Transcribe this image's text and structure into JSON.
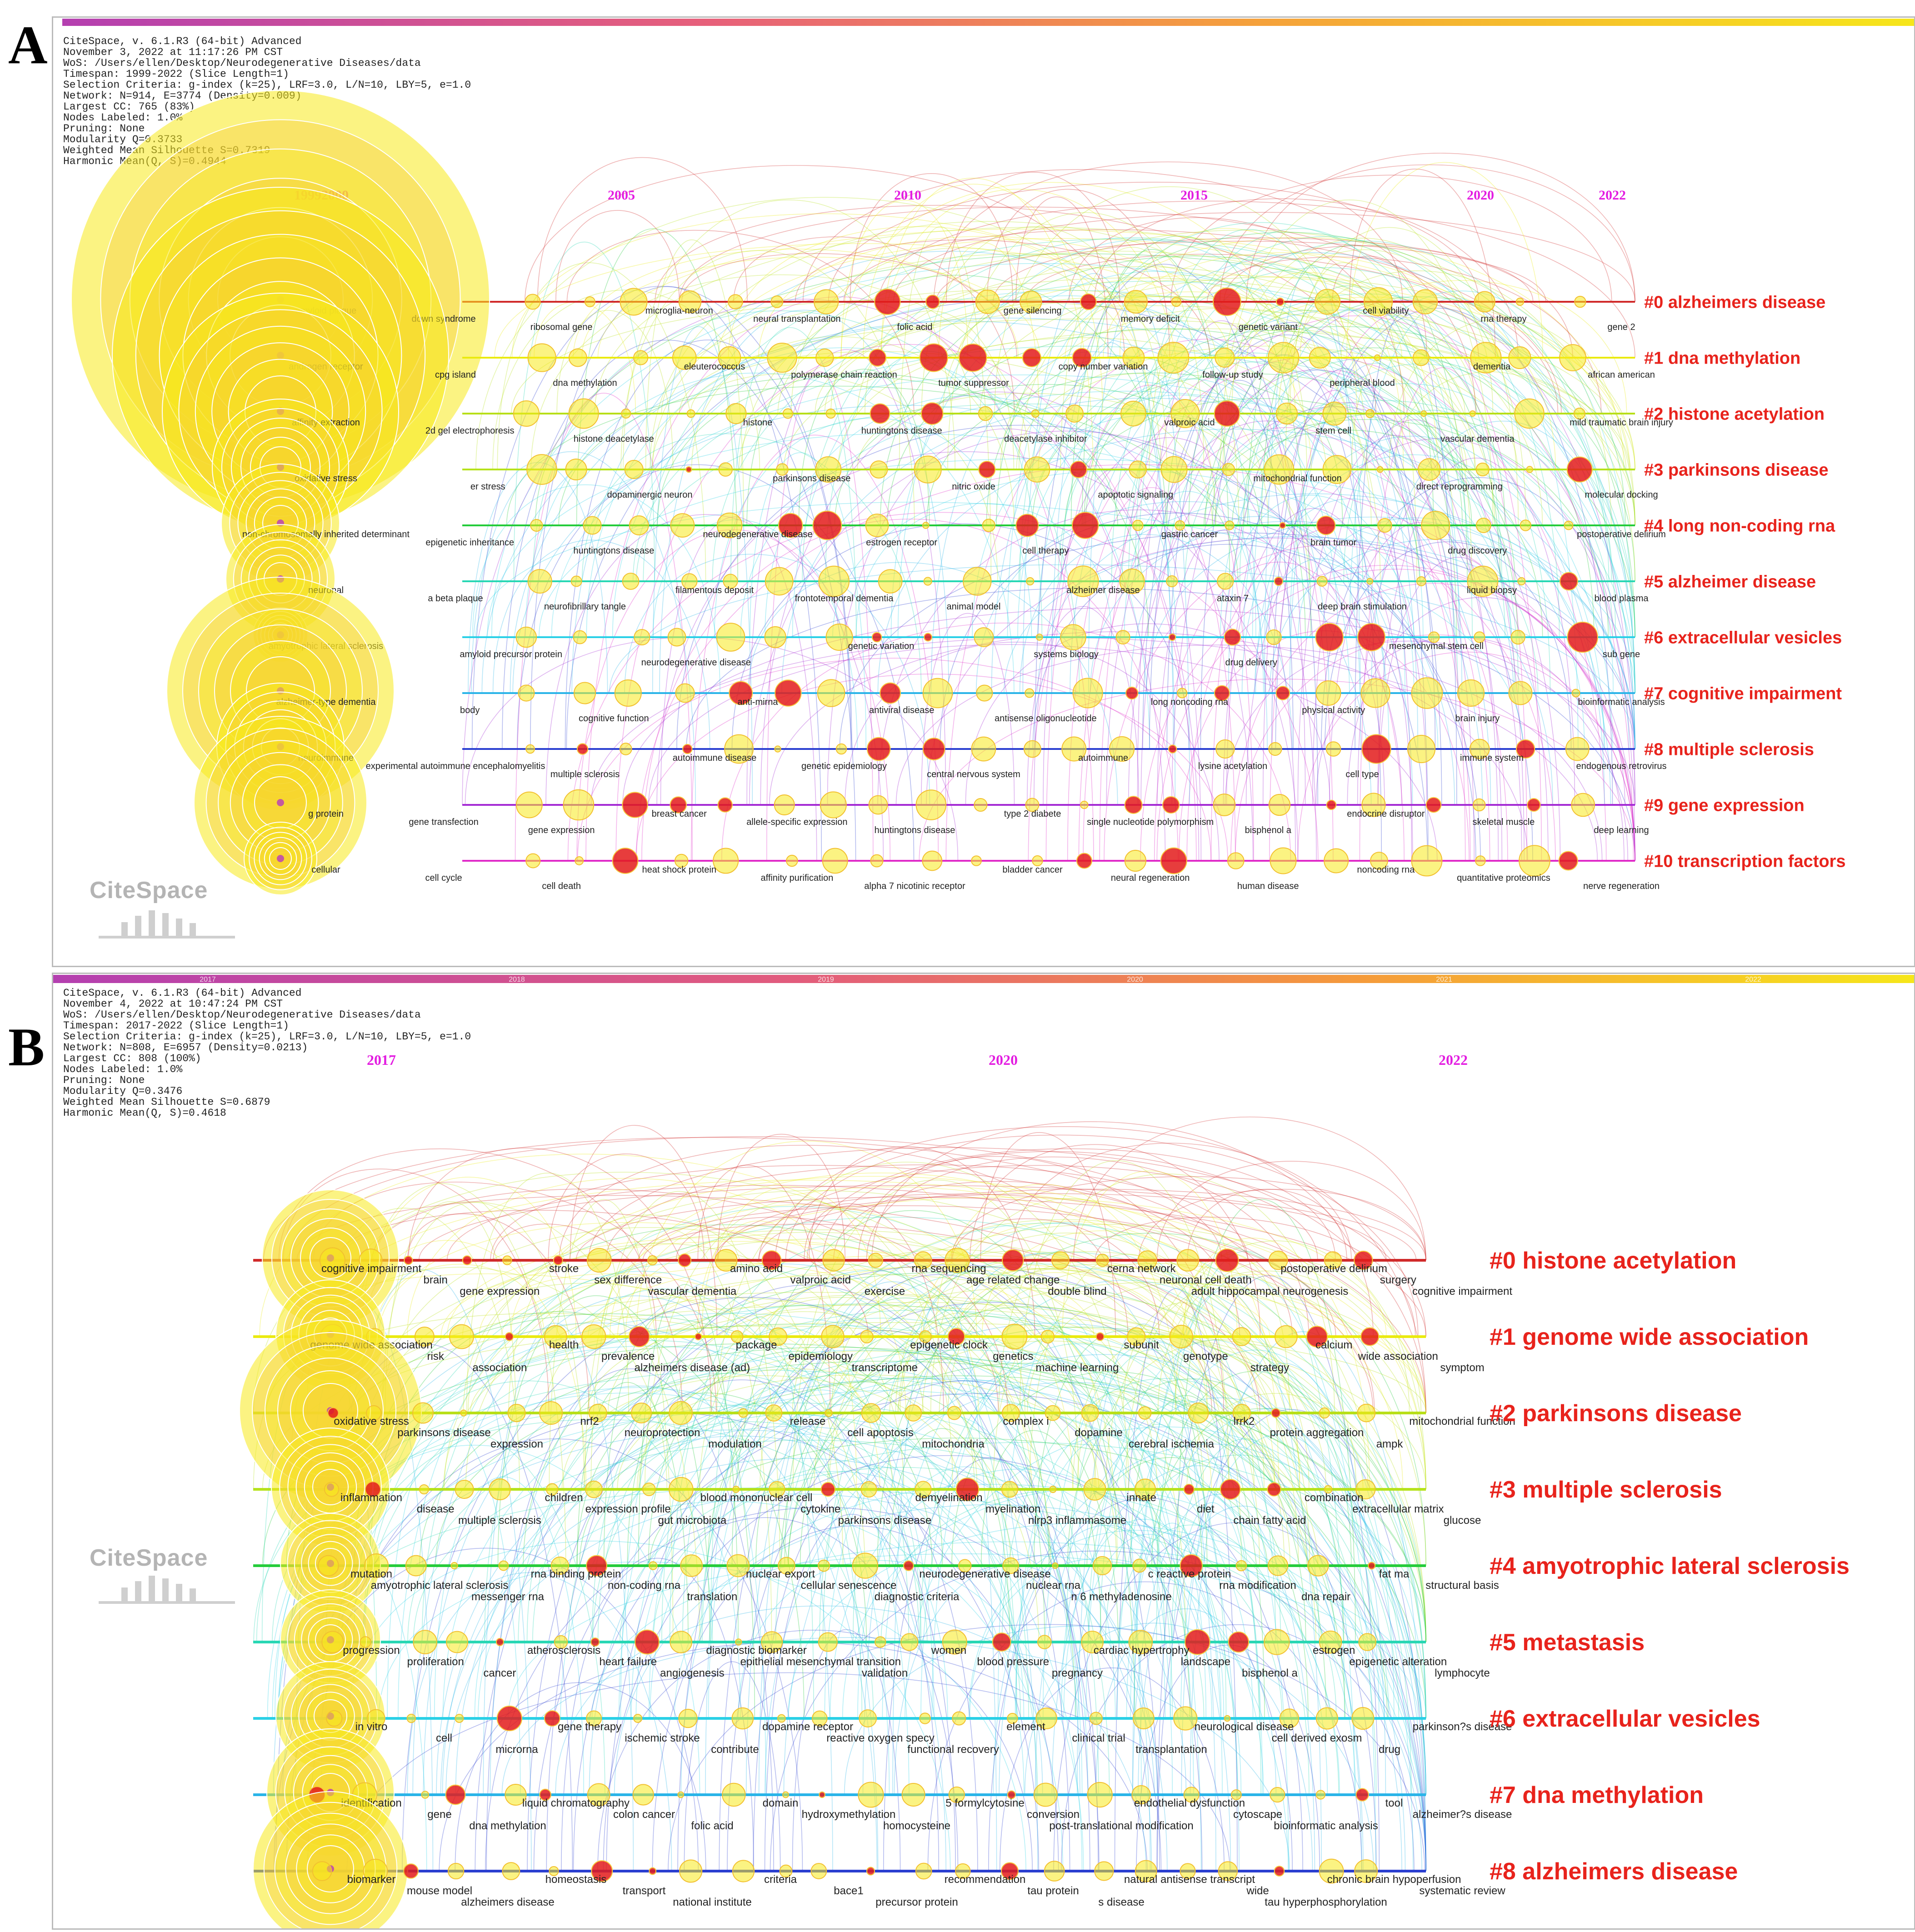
{
  "colors": {
    "cluster_label": "#e8231c",
    "year_label": "#e31ce1",
    "node_yellow": "#f7ea1c",
    "node_red": "#e31b1b",
    "lines": [
      "#d02a2a",
      "#eaea10",
      "#b8df18",
      "#b6e21c",
      "#25cc3b",
      "#29d7b4",
      "#2ad0e6",
      "#2ab4e8",
      "#2b3fd0",
      "#a42ad4",
      "#e02ac8"
    ]
  },
  "panel_a": {
    "letter": "A",
    "meta": [
      "CiteSpace, v. 6.1.R3 (64-bit) Advanced",
      "November 3, 2022 at 11:17:26 PM CST",
      "WoS: /Users/ellen/Desktop/Neurodegenerative Diseases/data",
      "Timespan: 1999-2022 (Slice Length=1)",
      "Selection Criteria: g-index (k=25), LRF=3.0, L/N=10, LBY=5, e=1.0",
      "Network: N=914, E=3774 (Density=0.009)",
      "Largest CC: 765 (83%)",
      "Nodes Labeled: 1.0%",
      "Pruning: None",
      "Modularity Q=0.3733",
      "Weighted Mean Silhouette S=0.7319",
      "Harmonic Mean(Q, S)=0.4944"
    ],
    "years": [
      "1999",
      "2000",
      "2005",
      "2010",
      "2015",
      "2020",
      "2022"
    ],
    "clusters": [
      {
        "label": "#0 alzheimers disease",
        "terms": [
          "amyloid plaque",
          "down syndrome",
          "ribosomal gene",
          "microglia-neuron",
          "neural transplantation",
          "folic acid",
          "gene silencing",
          "memory deficit",
          "genetic variant",
          "cell viability",
          "rna therapy",
          "gene 2"
        ]
      },
      {
        "label": "#1 dna methylation",
        "terms": [
          "androgen receptor",
          "cpg island",
          "dna methylation",
          "eleuterococcus",
          "polymerase chain reaction",
          "tumor suppressor",
          "copy number variation",
          "follow-up study",
          "peripheral blood",
          "dementia",
          "african american"
        ]
      },
      {
        "label": "#2 histone acetylation",
        "terms": [
          "affinity extraction",
          "2d gel electrophoresis",
          "histone deacetylase",
          "histone",
          "huntingtons disease",
          "deacetylase inhibitor",
          "valproic acid",
          "stem cell",
          "vascular dementia",
          "mild traumatic brain injury"
        ]
      },
      {
        "label": "#3 parkinsons disease",
        "terms": [
          "oxidative stress",
          "er stress",
          "dopaminergic neuron",
          "parkinsons disease",
          "nitric oxide",
          "apoptotic signaling",
          "mitochondrial function",
          "direct reprogramming",
          "molecular docking"
        ]
      },
      {
        "label": "#4 long non-coding rna",
        "terms": [
          "non-chromosomally inherited determinant",
          "epigenetic inheritance",
          "huntingtons disease",
          "neurodegenerative disease",
          "estrogen receptor",
          "cell therapy",
          "gastric cancer",
          "brain tumor",
          "drug discovery",
          "postoperative delirium"
        ]
      },
      {
        "label": "#5 alzheimer disease",
        "terms": [
          "neuronal",
          "a beta plaque",
          "neurofibrillary tangle",
          "filamentous deposit",
          "frontotemporal dementia",
          "animal model",
          "alzheimer disease",
          "ataxin 7",
          "deep brain stimulation",
          "liquid biopsy",
          "blood plasma"
        ]
      },
      {
        "label": "#6 extracellular vesicles",
        "terms": [
          "amyotrophic lateral sclerosis",
          "amyloid precursor protein",
          "neurodegenerative disease",
          "genetic variation",
          "systems biology",
          "drug delivery",
          "mesenchymal stem cell",
          "sub gene"
        ]
      },
      {
        "label": "#7 cognitive impairment",
        "terms": [
          "alzheimer-type dementia",
          "body",
          "cognitive function",
          "anti-mirna",
          "antiviral disease",
          "antisense oligonucleotide",
          "long noncoding rna",
          "physical activity",
          "brain injury",
          "bioinformatic analysis"
        ]
      },
      {
        "label": "#8 multiple sclerosis",
        "terms": [
          "neuroimmune",
          "experimental autoimmune encephalomyelitis",
          "multiple sclerosis",
          "autoimmune disease",
          "genetic epidemiology",
          "central nervous system",
          "autoimmune",
          "lysine acetylation",
          "cell type",
          "immune system",
          "endogenous retrovirus"
        ]
      },
      {
        "label": "#9 gene expression",
        "terms": [
          "g protein",
          "gene transfection",
          "gene expression",
          "breast cancer",
          "allele-specific expression",
          "huntingtons disease",
          "type 2 diabete",
          "single nucleotide polymorphism",
          "bisphenol a",
          "endocrine disruptor",
          "skeletal muscle",
          "deep learning"
        ]
      },
      {
        "label": "#10 transcription factors",
        "terms": [
          "cellular",
          "cell cycle",
          "cell death",
          "heat shock protein",
          "affinity purification",
          "alpha 7 nicotinic receptor",
          "bladder cancer",
          "neural regeneration",
          "human disease",
          "noncoding rna",
          "quantitative proteomics",
          "nerve regeneration"
        ]
      }
    ]
  },
  "panel_b": {
    "letter": "B",
    "meta": [
      "CiteSpace, v. 6.1.R3 (64-bit) Advanced",
      "November 4, 2022 at 10:47:24 PM CST",
      "WoS: /Users/ellen/Desktop/Neurodegenerative Diseases/data",
      "Timespan: 2017-2022 (Slice Length=1)",
      "Selection Criteria: g-index (k=25), LRF=3.0, L/N=10, LBY=5, e=1.0",
      "Network: N=808, E=6957 (Density=0.0213)",
      "Largest CC: 808 (100%)",
      "Nodes Labeled: 1.0%",
      "Pruning: None",
      "Modularity Q=0.3476",
      "Weighted Mean Silhouette S=0.6879",
      "Harmonic Mean(Q, S)=0.4618"
    ],
    "bar_years": [
      "2017",
      "2018",
      "2019",
      "2020",
      "2021",
      "2022"
    ],
    "years": [
      "2017",
      "2020",
      "2022"
    ],
    "clusters": [
      {
        "label": "#0 histone acetylation",
        "terms": [
          "cognitive impairment",
          "brain",
          "gene expression",
          "stroke",
          "sex difference",
          "vascular dementia",
          "amino acid",
          "valproic acid",
          "exercise",
          "rna sequencing",
          "age related change",
          "double blind",
          "cerna network",
          "neuronal cell death",
          "adult hippocampal neurogenesis",
          "postoperative delirium",
          "surgery",
          "cognitive impairment"
        ]
      },
      {
        "label": "#1 genome wide association",
        "terms": [
          "genome wide association",
          "risk",
          "association",
          "health",
          "prevalence",
          "alzheimers disease (ad)",
          "package",
          "epidemiology",
          "transcriptome",
          "epigenetic clock",
          "genetics",
          "machine learning",
          "subunit",
          "genotype",
          "strategy",
          "calcium",
          "wide association",
          "symptom"
        ]
      },
      {
        "label": "#2 parkinsons disease",
        "terms": [
          "oxidative stress",
          "parkinsons disease",
          "expression",
          "nrf2",
          "neuroprotection",
          "modulation",
          "release",
          "cell apoptosis",
          "mitochondria",
          "complex i",
          "dopamine",
          "cerebral ischemia",
          "lrrk2",
          "protein aggregation",
          "ampk",
          "mitochondrial function"
        ]
      },
      {
        "label": "#3 multiple sclerosis",
        "terms": [
          "inflammation",
          "disease",
          "multiple sclerosis",
          "children",
          "expression profile",
          "gut microbiota",
          "blood mononuclear cell",
          "cytokine",
          "parkinsons disease",
          "demyelination",
          "myelination",
          "nlrp3 inflammasome",
          "innate",
          "diet",
          "chain fatty acid",
          "combination",
          "extracellular matrix",
          "glucose"
        ]
      },
      {
        "label": "#4 amyotrophic lateral sclerosis",
        "terms": [
          "mutation",
          "amyotrophic lateral sclerosis",
          "messenger rna",
          "rna binding protein",
          "non-coding rna",
          "translation",
          "nuclear export",
          "cellular senescence",
          "diagnostic criteria",
          "neurodegenerative disease",
          "nuclear rna",
          "n 6 methyladenosine",
          "c reactive protein",
          "rna modification",
          "dna repair",
          "fat ma",
          "structural basis"
        ]
      },
      {
        "label": "#5 metastasis",
        "terms": [
          "progression",
          "proliferation",
          "cancer",
          "atherosclerosis",
          "heart failure",
          "angiogenesis",
          "diagnostic biomarker",
          "epithelial mesenchymal transition",
          "validation",
          "women",
          "blood pressure",
          "pregnancy",
          "cardiac hypertrophy",
          "landscape",
          "bisphenol a",
          "estrogen",
          "epigenetic alteration",
          "lymphocyte"
        ]
      },
      {
        "label": "#6 extracellular vesicles",
        "terms": [
          "in vitro",
          "cell",
          "microrna",
          "gene therapy",
          "ischemic stroke",
          "contribute",
          "dopamine receptor",
          "reactive oxygen specy",
          "functional recovery",
          "element",
          "clinical trial",
          "transplantation",
          "neurological disease",
          "cell derived exosm",
          "drug",
          "parkinson?s disease"
        ]
      },
      {
        "label": "#7 dna methylation",
        "terms": [
          "identification",
          "gene",
          "dna methylation",
          "liquid chromatography",
          "colon cancer",
          "folic acid",
          "domain",
          "hydroxymethylation",
          "homocysteine",
          "5 formylcytosine",
          "conversion",
          "post-translational modification",
          "endothelial dysfunction",
          "cytoscape",
          "bioinformatic analysis",
          "tool",
          "alzheimer?s disease"
        ]
      },
      {
        "label": "#8 alzheimers disease",
        "terms": [
          "biomarker",
          "mouse model",
          "alzheimers disease",
          "homeostasis",
          "transport",
          "national institute",
          "criteria",
          "bace1",
          "precursor protein",
          "recommendation",
          "tau protein",
          "s disease",
          "natural antisense transcript",
          "wide",
          "tau hyperphosphorylation",
          "chronic brain hypoperfusion",
          "systematic review"
        ]
      }
    ]
  },
  "logo_text": "CiteSpace"
}
